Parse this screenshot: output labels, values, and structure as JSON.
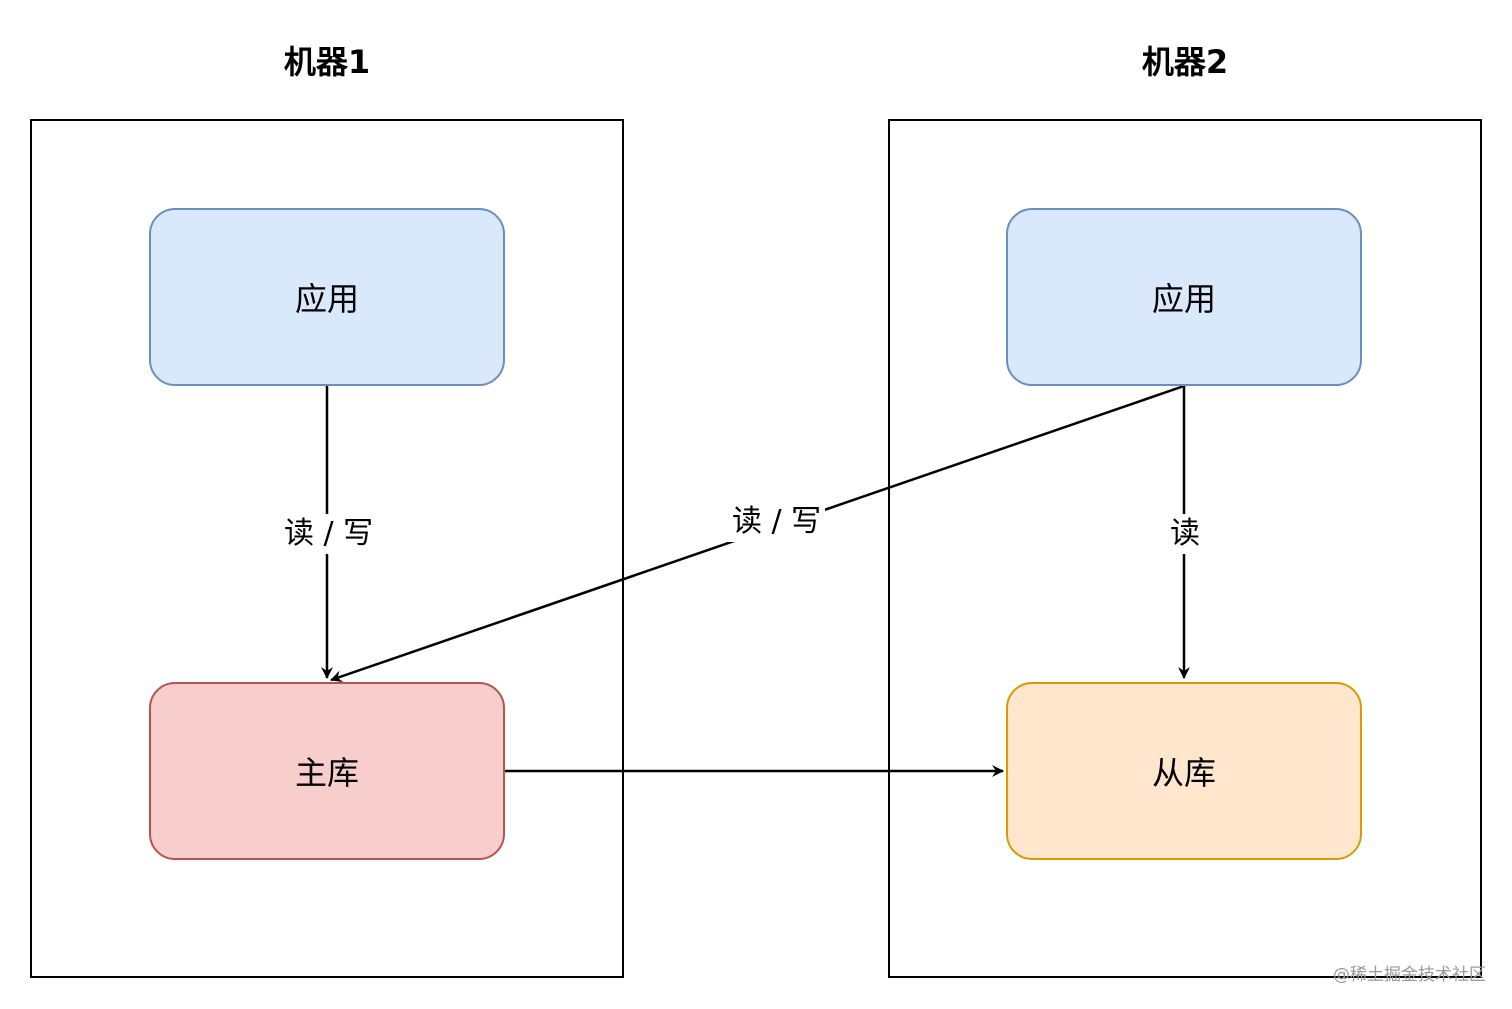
{
  "machines": [
    {
      "title": "机器1"
    },
    {
      "title": "机器2"
    }
  ],
  "nodes": {
    "app1": {
      "label": "应用",
      "fill": "#dae8fc",
      "stroke": "#6c8ebf"
    },
    "master": {
      "label": "主库",
      "fill": "#f8cecc",
      "stroke": "#b85450"
    },
    "app2": {
      "label": "应用",
      "fill": "#dae8fc",
      "stroke": "#6c8ebf"
    },
    "slave": {
      "label": "从库",
      "fill": "#ffe6cc",
      "stroke": "#d79b00"
    }
  },
  "edges": {
    "app1_master": {
      "label": "读 / 写"
    },
    "app2_master": {
      "label": "读 / 写"
    },
    "app2_slave": {
      "label": "读"
    },
    "master_slave": {
      "label": ""
    }
  },
  "watermark": "@稀土掘金技术社区"
}
